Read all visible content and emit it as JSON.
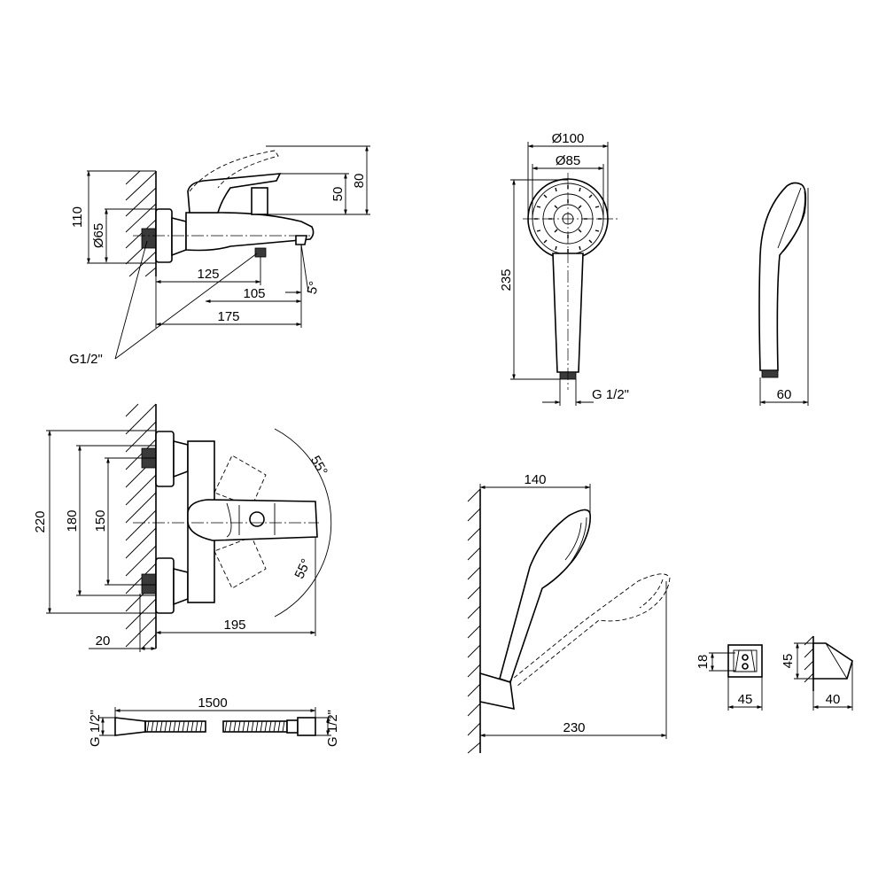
{
  "colors": {
    "ink": "#000000",
    "thread": "#3a3a3a",
    "background": "#ffffff"
  },
  "faucet_side": {
    "height_110": "110",
    "diameter_65": "Ø65",
    "height_50": "50",
    "height_80": "80",
    "length_125": "125",
    "length_105": "105",
    "length_175": "175",
    "angle_5": "5°",
    "thread": "G1/2\""
  },
  "handshower_front": {
    "diameter_100": "Ø100",
    "diameter_85": "Ø85",
    "length_235": "235",
    "thread": "G 1/2\""
  },
  "handshower_side": {
    "width_60": "60"
  },
  "faucet_top": {
    "height_220": "220",
    "height_180": "180",
    "height_150": "150",
    "angle_upper": "55°",
    "angle_lower": "55°",
    "length_195": "195",
    "wall_20": "20"
  },
  "hose": {
    "length_1500": "1500",
    "thread_left": "G 1/2\"",
    "thread_right": "G 1/2\""
  },
  "holder_view": {
    "height_140": "140",
    "length_230": "230"
  },
  "holder_front": {
    "height_18": "18",
    "width_45": "45"
  },
  "holder_side": {
    "height_45": "45",
    "width_40": "40"
  }
}
